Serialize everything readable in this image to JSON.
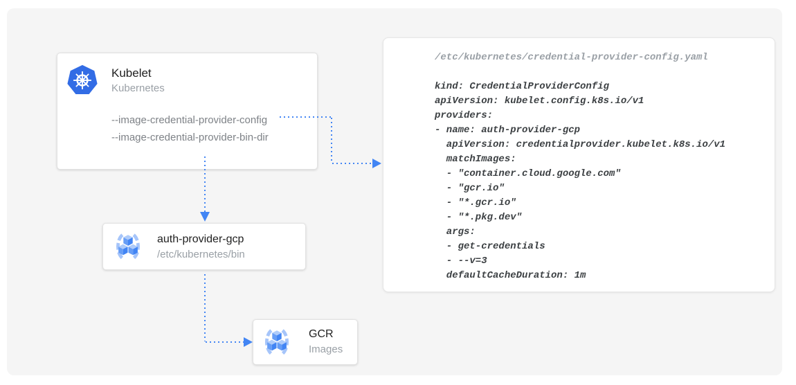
{
  "colors": {
    "accent": "#4285F4",
    "canvas_bg": "#F5F5F5",
    "k8s_blue": "#326CE5",
    "card_title": "#212121",
    "muted_text": "#9AA0A6",
    "flag_text": "#7E8287",
    "code_text": "#3C4043",
    "comment_text": "#9AA0A6",
    "bracket_blue": "#A6C5FA",
    "cube_top": "#AECBFA",
    "cube_left": "#669DF6",
    "cube_right": "#4285F4"
  },
  "nodes": {
    "kubelet": {
      "title": "Kubelet",
      "subtitle": "Kubernetes",
      "icon": "kubernetes-icon",
      "flags": [
        "--image-credential-provider-config",
        "--image-credential-provider-bin-dir"
      ]
    },
    "auth_provider": {
      "title": "auth-provider-gcp",
      "subtitle": "/etc/kubernetes/bin",
      "icon": "gcr-icon"
    },
    "gcr": {
      "title": "GCR",
      "subtitle": "Images",
      "icon": "gcr-icon"
    }
  },
  "config_panel": {
    "filename": "/etc/kubernetes/credential-provider-config.yaml",
    "yaml_lines": [
      "kind: CredentialProviderConfig",
      "apiVersion: kubelet.config.k8s.io/v1",
      "providers:",
      "- name: auth-provider-gcp",
      "  apiVersion: credentialprovider.kubelet.k8s.io/v1",
      "  matchImages:",
      "  - \"container.cloud.google.com\"",
      "  - \"gcr.io\"",
      "  - \"*.gcr.io\"",
      "  - \"*.pkg.dev\"",
      "  args:",
      "  - get-credentials",
      "  - --v=3",
      "  defaultCacheDuration: 1m"
    ]
  },
  "edges": [
    {
      "from": "kubelet",
      "from_anchor": "--image-credential-provider-config",
      "to": "config-panel",
      "style": "dotted-arrow"
    },
    {
      "from": "kubelet",
      "to": "auth-provider-gcp",
      "style": "dotted-arrow"
    },
    {
      "from": "auth-provider-gcp",
      "to": "gcr",
      "style": "dotted-arrow"
    }
  ]
}
